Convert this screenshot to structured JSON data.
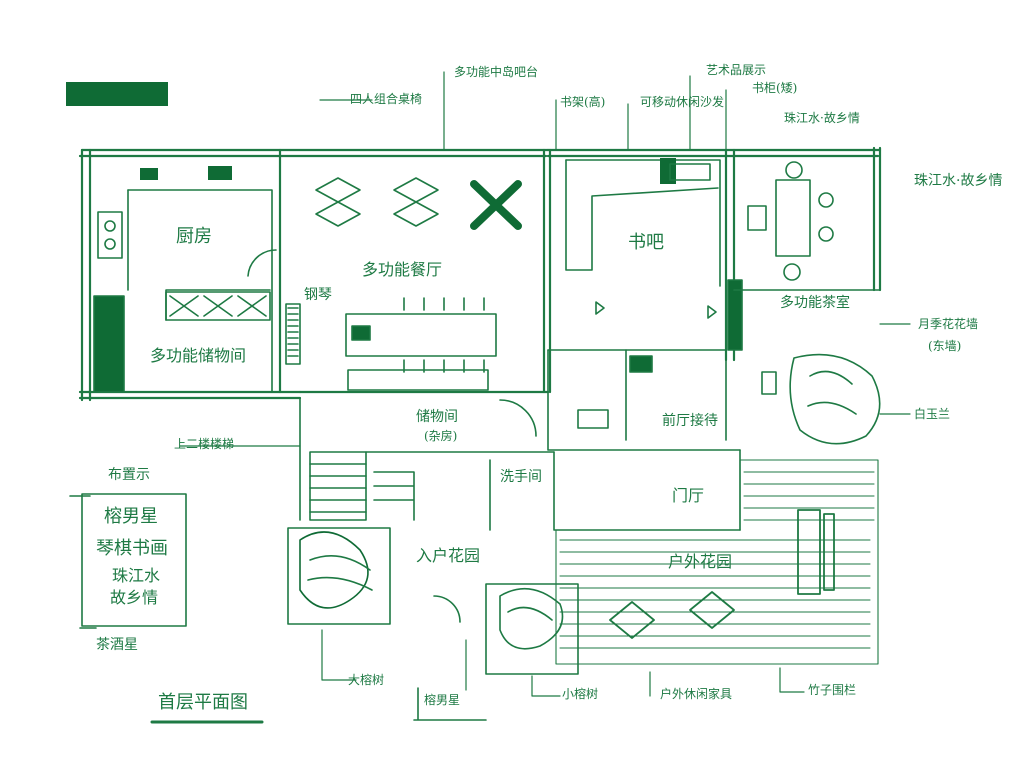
{
  "colors": {
    "ink": "#1e7a44",
    "ink_dark": "#0f6b35",
    "paper": "#ffffff"
  },
  "drawing": {
    "title": "首层平面图",
    "rooms": {
      "kitchen": "厨房",
      "storage_multi": "多功能储物间",
      "dining": "多功能餐厅",
      "piano": "钢琴",
      "book_bar": "书吧",
      "tea_room": "多功能茶室",
      "storage_small": "储物间",
      "storage_note": "(杂房)",
      "front_desk": "前厅接待",
      "washroom": "洗手间",
      "foyer": "门厅",
      "entry_garden": "入户花园",
      "courtyard": "户外花园"
    },
    "callouts": {
      "top_left_table": "四人组合桌椅",
      "top_island": "多功能中岛吧台",
      "top_art": "艺术品展示",
      "top_bookshelf": "书架(高)",
      "top_lamp": "可移动休闲沙发",
      "top_shelf_low": "书柜(矮)",
      "top_right_theme": "珠江水·故乡情",
      "right_theme": "珠江水·故乡情",
      "right_flower": "月季花花墙",
      "right_flower_note": "(东墙)",
      "right_jade": "白玉兰",
      "left_stairs": "上二楼楼梯",
      "bottom_banyan": "大榕树",
      "bottom_hongmeng": "榕男星",
      "bottom_small_banyan": "小榕树",
      "bottom_outdoor": "户外休闲家具",
      "bottom_bamboo": "竹子围栏"
    },
    "legend": {
      "header": "布置示",
      "line1": "榕男星",
      "line2": "琴棋书画",
      "line3": "珠江水",
      "line4": "故乡情",
      "footer": "茶酒星"
    }
  }
}
